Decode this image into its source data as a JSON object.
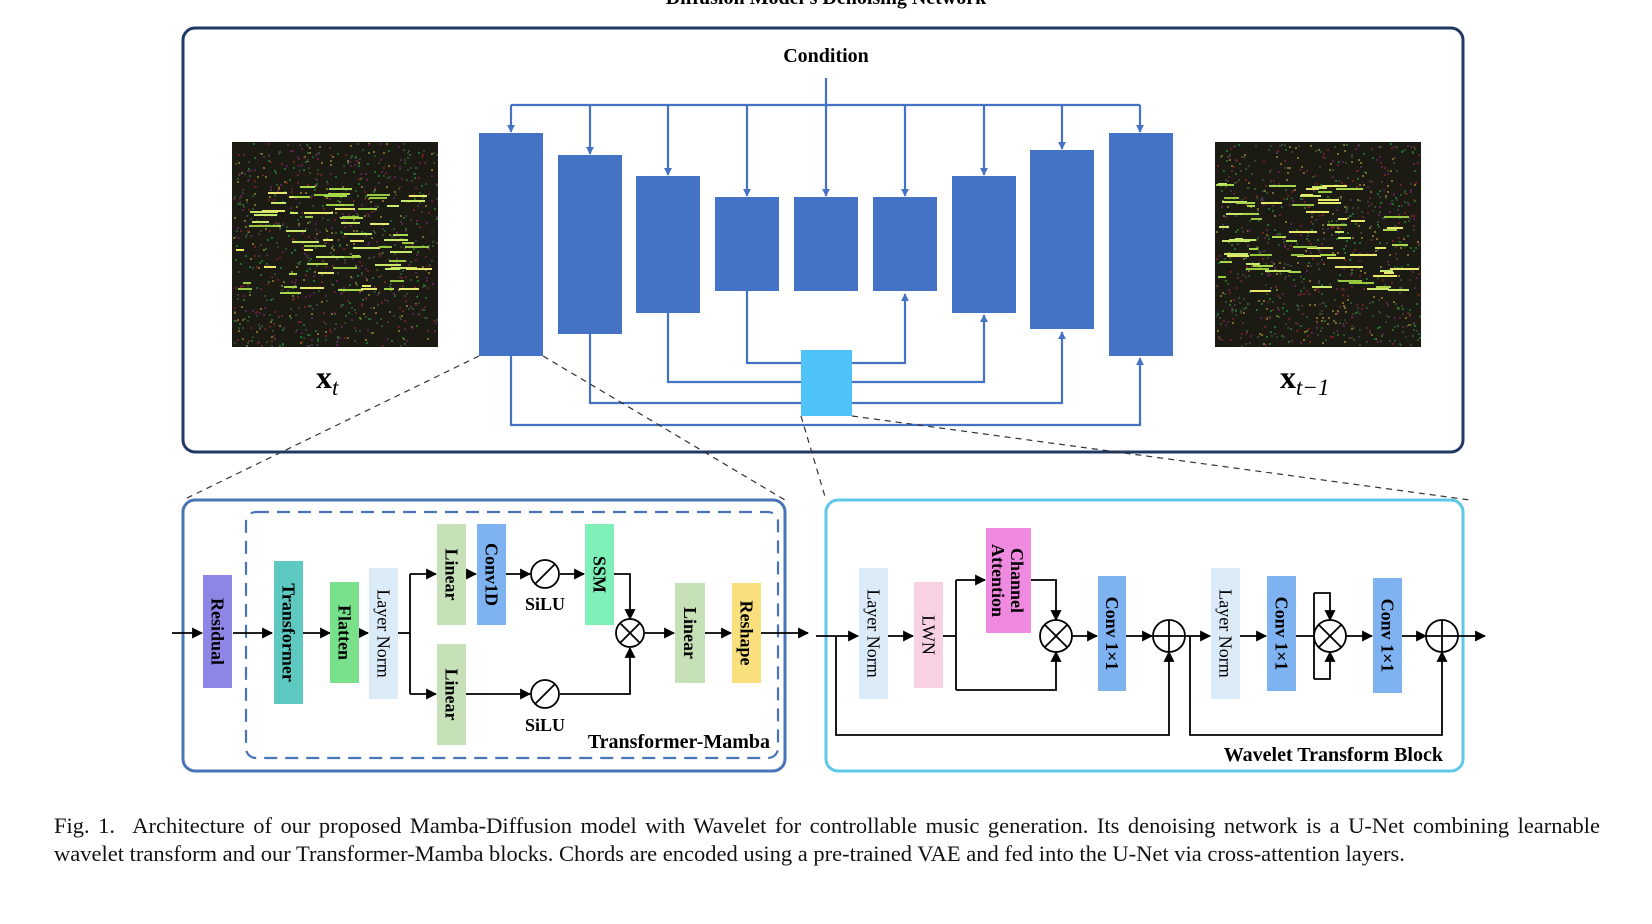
{
  "diagram": {
    "top_title": "Diffusion Model's Denoising Network",
    "condition_label": "Condition",
    "input_label": "x",
    "input_sub": "t",
    "output_label": "x",
    "output_sub": "t−1",
    "colors": {
      "unet_block": "#4472c4",
      "bottleneck": "#4fc3f7",
      "panel_border": "#1f3864",
      "tm_border": "#4a74b8",
      "wt_border": "#5ec8e8",
      "arrow": "#4472c4"
    },
    "transformer_mamba": {
      "title": "Transformer-Mamba",
      "residual": "Residual",
      "transformer": "Transformer",
      "flatten": "Flatten",
      "layer_norm": "Layer Norm",
      "linear_top": "Linear",
      "linear_bottom": "Linear",
      "conv1d": "Conv1D",
      "silu_top": "SiLU",
      "silu_bottom": "SiLU",
      "ssm": "SSM",
      "linear_out": "Linear",
      "reshape": "Reshape"
    },
    "wavelet_block": {
      "title": "Wavelet Transform Block",
      "layer_norm_1": "Layer Norm",
      "lwn": "LWN",
      "channel_attention_1": "Channel",
      "channel_attention_2": "Attention",
      "conv_1": "Conv 1×1",
      "layer_norm_2": "Layer Norm",
      "conv_2": "Conv 1×1",
      "conv_3": "Conv 1×1"
    }
  },
  "caption": {
    "fig": "Fig. 1.",
    "text": "Architecture of our proposed Mamba-Diffusion model with Wavelet for controllable music generation. Its denoising network is a U-Net combining learnable wavelet transform and our Transformer-Mamba blocks. Chords are encoded using a pre-trained VAE and fed into the U-Net via cross-attention layers."
  }
}
